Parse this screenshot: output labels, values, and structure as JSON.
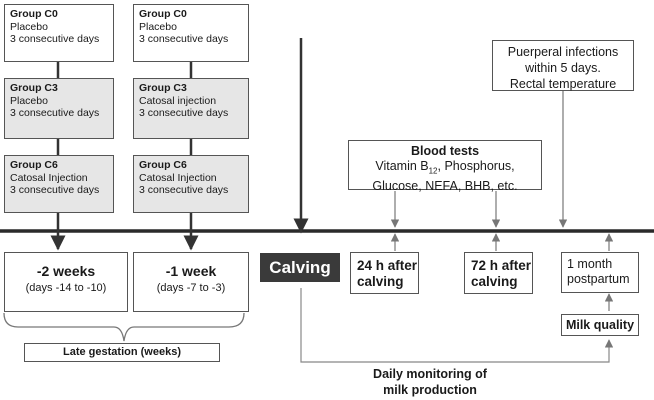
{
  "column_a": {
    "c0": {
      "title": "Group C0",
      "lines": [
        "Placebo",
        "3 consecutive days"
      ]
    },
    "c3": {
      "title": "Group C3",
      "lines": [
        "Placebo",
        "3 consecutive days"
      ]
    },
    "c6": {
      "title": "Group C6",
      "lines": [
        "Catosal Injection",
        "3 consecutive days"
      ]
    }
  },
  "column_b": {
    "c0": {
      "title": "Group C0",
      "lines": [
        "Placebo",
        "3 consecutive days"
      ]
    },
    "c3": {
      "title": "Group C3",
      "lines": [
        "Catosal injection",
        "3 consecutive days"
      ]
    },
    "c6": {
      "title": "Group C6",
      "lines": [
        "Catosal Injection",
        "3 consecutive days"
      ]
    }
  },
  "timepoints": {
    "minus2": {
      "label": "-2 weeks",
      "sub": "(days -14 to -10)"
    },
    "minus1": {
      "label": "-1 week",
      "sub": "(days -7 to -3)"
    },
    "calving": "Calving",
    "h24": [
      "24 h after",
      "calving"
    ],
    "h72": [
      "72 h after",
      "calving"
    ],
    "month": [
      "1 month",
      "postpartum"
    ]
  },
  "blood_tests": {
    "title": "Blood tests",
    "line1_pre": "Vitamin B",
    "line1_sub": "12",
    "line1_post": ", Phosphorus,",
    "line2": "Glucose, NEFA, BHB, etc."
  },
  "infections": [
    "Puerperal infections",
    "within 5 days.",
    "Rectal temperature"
  ],
  "milk_quality": "Milk quality",
  "late_gestation": "Late gestation (weeks)",
  "daily_monitoring": [
    "Daily monitoring of",
    "milk production"
  ]
}
